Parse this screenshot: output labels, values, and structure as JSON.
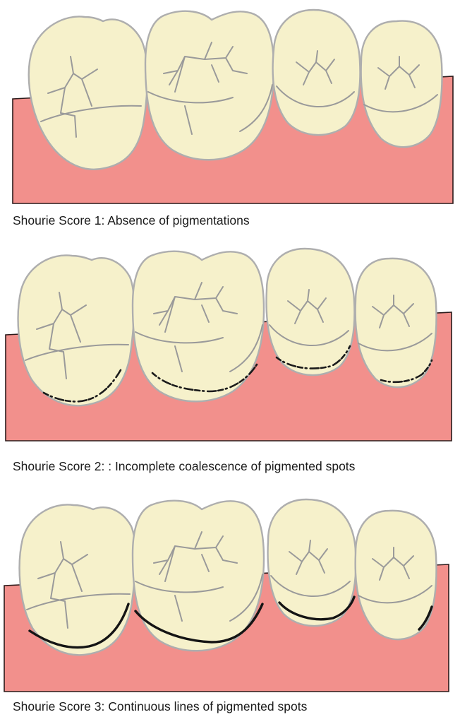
{
  "figure": {
    "panels": [
      {
        "score": 1,
        "caption": "Shourie Score 1: Absence of pigmentations"
      },
      {
        "score": 2,
        "caption": "Shourie Score 2: : Incomplete coalescence of pigmented spots"
      },
      {
        "score": 3,
        "caption": "Shourie Score 3: Continuous lines of pigmented spots"
      }
    ],
    "colors": {
      "gum": "#f2908c",
      "tooth": "#f6f1cb",
      "outline": "#aeaeae",
      "pigment": "#141414"
    }
  }
}
